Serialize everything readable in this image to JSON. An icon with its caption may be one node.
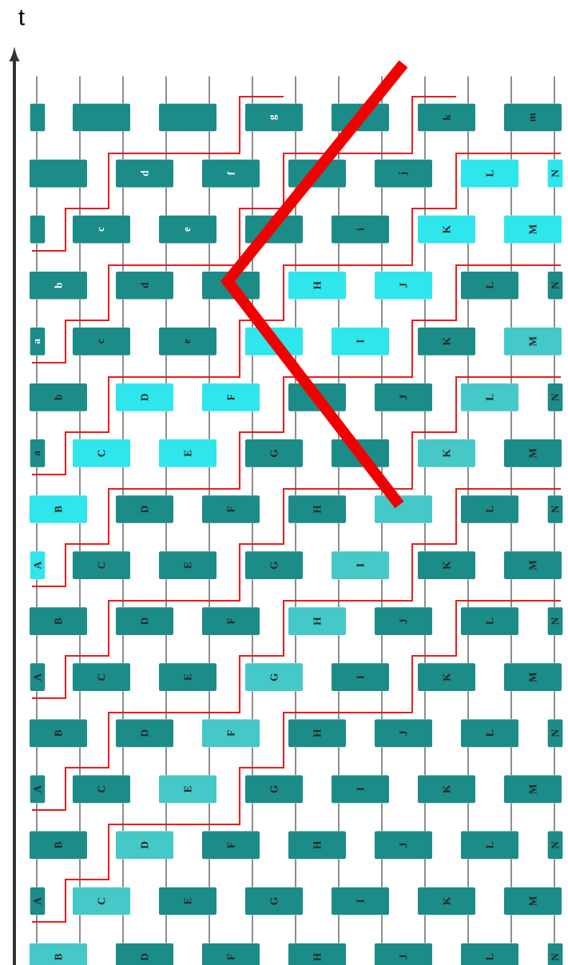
{
  "diagram": {
    "nodes": [
      {
        "text": [],
        "shape": "box"
      },
      {
        "text": [],
        "shape": "box"
      },
      {
        "text": [],
        "shape": "box"
      },
      {
        "text": [
          "g"
        ]
      },
      {
        "text": [],
        "shape": "box"
      },
      {
        "text": [
          "k"
        ]
      },
      {
        "text": [
          "m"
        ]
      },
      {
        "text": [],
        "shape": "box"
      },
      {
        "text": [
          "d"
        ]
      },
      {
        "text": [
          "f"
        ]
      },
      {
        "text": [],
        "shape": "box"
      },
      {
        "text": [
          "j"
        ]
      },
      {
        "text": [
          "L"
        ]
      },
      {
        "text": [
          "N"
        ]
      },
      {
        "text": [],
        "shape": "box"
      },
      {
        "text": [
          "c"
        ]
      },
      {
        "text": [
          "e"
        ]
      },
      {
        "text": [],
        "shape": "box"
      },
      {
        "text": [
          "i"
        ]
      },
      {
        "text": [
          "K"
        ]
      },
      {
        "text": [
          "M"
        ]
      },
      {
        "text": [
          "b"
        ]
      },
      {
        "text": [
          "d"
        ]
      },
      {
        "text": [],
        "shape": "box"
      },
      {
        "text": [
          "H"
        ]
      },
      {
        "text": [
          "J"
        ]
      },
      {
        "text": [
          "L"
        ]
      },
      {
        "text": [
          "N"
        ]
      },
      {
        "text": [
          "a"
        ]
      },
      {
        "text": [
          "c"
        ]
      },
      {
        "text": [
          "e"
        ]
      },
      {
        "text": [],
        "shape": "box"
      },
      {
        "text": [
          "I"
        ]
      },
      {
        "text": [
          "K"
        ]
      },
      {
        "text": [
          "M"
        ]
      },
      {
        "text": [
          "b"
        ]
      },
      {
        "text": [
          "D"
        ]
      },
      {
        "text": [
          "F"
        ]
      },
      {
        "text": [],
        "shape": "box"
      },
      {
        "text": [
          "J"
        ]
      },
      {
        "text": [
          "L"
        ]
      },
      {
        "text": [
          "N"
        ]
      },
      {
        "text": [
          "a"
        ]
      },
      {
        "text": [
          "C"
        ]
      },
      {
        "text": [
          "E"
        ]
      },
      {
        "text": [
          "G"
        ]
      },
      {
        "text": [],
        "shape": "box"
      },
      {
        "text": [
          "K"
        ]
      },
      {
        "text": [
          "M"
        ]
      },
      {
        "text": [
          "B"
        ]
      },
      {
        "text": [
          "D"
        ]
      },
      {
        "text": [
          "F"
        ]
      },
      {
        "text": [
          "H"
        ]
      },
      {
        "text": [],
        "shape": "box"
      },
      {
        "text": [
          "L"
        ]
      },
      {
        "text": [
          "N"
        ]
      },
      {
        "text": [
          "A"
        ]
      },
      {
        "text": [
          "C"
        ]
      },
      {
        "text": [
          "E"
        ]
      },
      {
        "text": [
          "G"
        ]
      },
      {
        "text": [
          "I"
        ]
      },
      {
        "text": [
          "K"
        ]
      },
      {
        "text": [
          "M"
        ]
      },
      {
        "text": [
          "B"
        ]
      },
      {
        "text": [
          "D"
        ]
      },
      {
        "text": [
          "F"
        ]
      },
      {
        "text": [
          "H"
        ]
      },
      {
        "text": [
          "J"
        ]
      },
      {
        "text": [
          "L"
        ]
      },
      {
        "text": [
          "N"
        ]
      },
      {
        "text": [
          "A"
        ]
      },
      {
        "text": [
          "C"
        ]
      },
      {
        "text": [
          "E"
        ]
      },
      {
        "text": [
          "G"
        ]
      },
      {
        "text": [
          "I"
        ]
      },
      {
        "text": [
          "K"
        ]
      },
      {
        "text": [
          "M"
        ]
      },
      {
        "text": [
          "B"
        ]
      },
      {
        "text": [
          "D"
        ]
      },
      {
        "text": [
          "F"
        ]
      },
      {
        "text": [
          "H"
        ]
      },
      {
        "text": [
          "J"
        ]
      },
      {
        "text": [
          "L"
        ]
      },
      {
        "text": [
          "N"
        ]
      },
      {
        "text": [
          "A"
        ]
      },
      {
        "text": [
          "C"
        ]
      },
      {
        "text": [
          "E"
        ]
      },
      {
        "text": [
          "G"
        ]
      },
      {
        "text": [
          "I"
        ]
      },
      {
        "text": [
          "K"
        ]
      },
      {
        "text": [
          "M"
        ]
      },
      {
        "text": [
          "B"
        ]
      },
      {
        "text": [
          "D"
        ]
      },
      {
        "text": [
          "F"
        ]
      },
      {
        "text": [
          "H"
        ]
      },
      {
        "text": [
          "J"
        ]
      },
      {
        "text": [
          "L"
        ]
      },
      {
        "text": [
          "N"
        ]
      },
      {
        "text": [
          "A"
        ]
      },
      {
        "text": [
          "C"
        ]
      },
      {
        "text": [
          "E"
        ]
      },
      {
        "text": [
          "G"
        ]
      },
      {
        "text": [
          "I"
        ]
      },
      {
        "text": [
          "K"
        ]
      },
      {
        "text": [
          "M"
        ]
      },
      {
        "text": [
          "B"
        ]
      },
      {
        "text": [
          "D"
        ]
      },
      {
        "text": [
          "F"
        ]
      },
      {
        "text": [
          "H"
        ]
      },
      {
        "text": [
          "J"
        ]
      },
      {
        "text": [
          "L"
        ]
      },
      {
        "text": [
          "N"
        ]
      }
    ],
    "edges": [
      {
        "from": 0,
        "to": 7,
        "arrow": "none"
      },
      {
        "from": 1,
        "to": 7,
        "arrow": "none"
      },
      {
        "from": 1,
        "to": 8,
        "arrow": "none"
      },
      {
        "from": 2,
        "to": 8,
        "arrow": "none"
      },
      {
        "from": 2,
        "to": 9,
        "arrow": "none"
      },
      {
        "from": 3,
        "to": 9,
        "arrow": "none"
      },
      {
        "from": 3,
        "to": 10,
        "arrow": "none"
      },
      {
        "from": 4,
        "to": 10,
        "arrow": "none"
      },
      {
        "from": 4,
        "to": 11,
        "arrow": "none"
      },
      {
        "from": 5,
        "to": 11,
        "arrow": "none"
      },
      {
        "from": 5,
        "to": 12,
        "arrow": "none"
      },
      {
        "from": 6,
        "to": 12,
        "arrow": "none"
      },
      {
        "from": 6,
        "to": 13,
        "arrow": "none"
      },
      {
        "from": 7,
        "to": 14,
        "arrow": "none"
      },
      {
        "from": 7,
        "to": 15,
        "arrow": "none"
      },
      {
        "from": 8,
        "to": 15,
        "arrow": "none"
      },
      {
        "from": 8,
        "to": 16,
        "arrow": "none"
      },
      {
        "from": 9,
        "to": 16,
        "arrow": "none"
      },
      {
        "from": 9,
        "to": 17,
        "arrow": "none"
      },
      {
        "from": 10,
        "to": 17,
        "arrow": "none"
      },
      {
        "from": 10,
        "to": 18,
        "arrow": "none"
      },
      {
        "from": 11,
        "to": 18,
        "arrow": "none"
      },
      {
        "from": 11,
        "to": 19,
        "arrow": "none"
      },
      {
        "from": 12,
        "to": 19,
        "arrow": "none"
      },
      {
        "from": 12,
        "to": 20,
        "arrow": "none"
      },
      {
        "from": 13,
        "to": 20,
        "arrow": "none"
      },
      {
        "from": 14,
        "to": 21,
        "arrow": "none"
      },
      {
        "from": 15,
        "to": 21,
        "arrow": "none"
      },
      {
        "from": 15,
        "to": 22,
        "arrow": "none"
      },
      {
        "from": 16,
        "to": 22,
        "arrow": "none"
      },
      {
        "from": 16,
        "to": 23,
        "arrow": "none"
      },
      {
        "from": 17,
        "to": 23,
        "arrow": "none"
      },
      {
        "from": 17,
        "to": 24,
        "arrow": "none"
      },
      {
        "from": 18,
        "to": 24,
        "arrow": "none"
      },
      {
        "from": 18,
        "to": 25,
        "arrow": "none"
      },
      {
        "from": 19,
        "to": 25,
        "arrow": "none"
      },
      {
        "from": 19,
        "to": 26,
        "arrow": "none"
      },
      {
        "from": 20,
        "to": 26,
        "arrow": "none"
      },
      {
        "from": 20,
        "to": 27,
        "arrow": "none"
      },
      {
        "from": 21,
        "to": 28,
        "arrow": "none"
      },
      {
        "from": 21,
        "to": 29,
        "arrow": "none"
      },
      {
        "from": 22,
        "to": 29,
        "arrow": "none"
      },
      {
        "from": 22,
        "to": 30,
        "arrow": "none"
      },
      {
        "from": 23,
        "to": 30,
        "arrow": "none"
      },
      {
        "from": 23,
        "to": 31,
        "arrow": "none"
      },
      {
        "from": 24,
        "to": 31,
        "arrow": "none"
      },
      {
        "from": 24,
        "to": 32,
        "arrow": "none"
      },
      {
        "from": 25,
        "to": 32,
        "arrow": "none"
      },
      {
        "from": 25,
        "to": 33,
        "arrow": "none"
      },
      {
        "from": 26,
        "to": 33,
        "arrow": "none"
      },
      {
        "from": 26,
        "to": 34,
        "arrow": "none"
      },
      {
        "from": 27,
        "to": 34,
        "arrow": "none"
      },
      {
        "from": 28,
        "to": 35,
        "arrow": "none"
      },
      {
        "from": 29,
        "to": 35,
        "arrow": "none"
      },
      {
        "from": 29,
        "to": 36,
        "arrow": "none"
      },
      {
        "from": 30,
        "to": 36,
        "arrow": "none"
      },
      {
        "from": 30,
        "to": 37,
        "arrow": "none"
      },
      {
        "from": 31,
        "to": 37,
        "arrow": "none"
      },
      {
        "from": 31,
        "to": 38,
        "arrow": "none"
      },
      {
        "from": 32,
        "to": 38,
        "arrow": "none"
      },
      {
        "from": 32,
        "to": 39,
        "arrow": "none"
      },
      {
        "from": 33,
        "to": 39,
        "arrow": "none"
      },
      {
        "from": 33,
        "to": 40,
        "arrow": "none"
      },
      {
        "from": 34,
        "to": 40,
        "arrow": "none"
      },
      {
        "from": 34,
        "to": 41,
        "arrow": "none"
      },
      {
        "from": 35,
        "to": 42,
        "arrow": "none"
      },
      {
        "from": 35,
        "to": 43,
        "arrow": "none"
      },
      {
        "from": 36,
        "to": 43,
        "arrow": "none"
      },
      {
        "from": 36,
        "to": 44,
        "arrow": "none"
      },
      {
        "from": 37,
        "to": 44,
        "arrow": "none"
      },
      {
        "from": 37,
        "to": 45,
        "arrow": "none"
      },
      {
        "from": 38,
        "to": 45,
        "arrow": "none"
      },
      {
        "from": 38,
        "to": 46,
        "arrow": "none"
      },
      {
        "from": 39,
        "to": 46,
        "arrow": "none"
      },
      {
        "from": 39,
        "to": 47,
        "arrow": "none"
      },
      {
        "from": 40,
        "to": 47,
        "arrow": "none"
      },
      {
        "from": 40,
        "to": 48,
        "arrow": "none"
      },
      {
        "from": 41,
        "to": 48,
        "arrow": "none"
      },
      {
        "from": 42,
        "to": 49,
        "arrow": "none"
      },
      {
        "from": 43,
        "to": 49,
        "arrow": "none"
      },
      {
        "from": 43,
        "to": 50,
        "arrow": "none"
      },
      {
        "from": 44,
        "to": 50,
        "arrow": "none"
      },
      {
        "from": 44,
        "to": 51,
        "arrow": "none"
      },
      {
        "from": 45,
        "to": 51,
        "arrow": "none"
      },
      {
        "from": 45,
        "to": 52,
        "arrow": "none"
      },
      {
        "from": 46,
        "to": 52,
        "arrow": "none"
      },
      {
        "from": 46,
        "to": 53,
        "arrow": "none"
      },
      {
        "from": 47,
        "to": 53,
        "arrow": "none"
      },
      {
        "from": 47,
        "to": 54,
        "arrow": "none"
      },
      {
        "from": 48,
        "to": 54,
        "arrow": "none"
      },
      {
        "from": 48,
        "to": 55,
        "arrow": "none"
      },
      {
        "from": 49,
        "to": 56,
        "arrow": "none"
      },
      {
        "from": 49,
        "to": 57,
        "arrow": "none"
      },
      {
        "from": 50,
        "to": 57,
        "arrow": "none"
      },
      {
        "from": 50,
        "to": 58,
        "arrow": "none"
      },
      {
        "from": 51,
        "to": 58,
        "arrow": "none"
      },
      {
        "from": 51,
        "to": 59,
        "arrow": "none"
      },
      {
        "from": 52,
        "to": 59,
        "arrow": "none"
      },
      {
        "from": 52,
        "to": 60,
        "arrow": "none"
      },
      {
        "from": 53,
        "to": 60,
        "arrow": "none"
      },
      {
        "from": 53,
        "to": 61,
        "arrow": "none"
      },
      {
        "from": 54,
        "to": 61,
        "arrow": "none"
      },
      {
        "from": 54,
        "to": 62,
        "arrow": "none"
      },
      {
        "from": 55,
        "to": 62,
        "arrow": "none"
      },
      {
        "from": 56,
        "to": 63,
        "arrow": "none"
      },
      {
        "from": 57,
        "to": 63,
        "arrow": "none"
      },
      {
        "from": 57,
        "to": 64,
        "arrow": "none"
      },
      {
        "from": 58,
        "to": 64,
        "arrow": "none"
      },
      {
        "from": 58,
        "to": 65,
        "arrow": "none"
      },
      {
        "from": 59,
        "to": 65,
        "arrow": "none"
      },
      {
        "from": 59,
        "to": 66,
        "arrow": "none"
      },
      {
        "from": 60,
        "to": 66,
        "arrow": "none"
      },
      {
        "from": 60,
        "to": 67,
        "arrow": "none"
      },
      {
        "from": 61,
        "to": 67,
        "arrow": "none"
      },
      {
        "from": 61,
        "to": 68,
        "arrow": "none"
      },
      {
        "from": 62,
        "to": 68,
        "arrow": "none"
      },
      {
        "from": 62,
        "to": 69,
        "arrow": "none"
      },
      {
        "from": 63,
        "to": 70,
        "arrow": "none"
      },
      {
        "from": 63,
        "to": 71,
        "arrow": "none"
      },
      {
        "from": 64,
        "to": 71,
        "arrow": "none"
      },
      {
        "from": 64,
        "to": 72,
        "arrow": "none"
      },
      {
        "from": 65,
        "to": 72,
        "arrow": "none"
      },
      {
        "from": 65,
        "to": 73,
        "arrow": "none"
      },
      {
        "from": 66,
        "to": 73,
        "arrow": "none"
      },
      {
        "from": 66,
        "to": 74,
        "arrow": "none"
      },
      {
        "from": 67,
        "to": 74,
        "arrow": "none"
      },
      {
        "from": 67,
        "to": 75,
        "arrow": "none"
      },
      {
        "from": 68,
        "to": 75,
        "arrow": "none"
      },
      {
        "from": 68,
        "to": 76,
        "arrow": "none"
      },
      {
        "from": 69,
        "to": 76,
        "arrow": "none"
      },
      {
        "from": 70,
        "to": 77,
        "arrow": "none"
      },
      {
        "from": 71,
        "to": 77,
        "arrow": "none"
      },
      {
        "from": 71,
        "to": 78,
        "arrow": "none"
      },
      {
        "from": 72,
        "to": 78,
        "arrow": "none"
      },
      {
        "from": 72,
        "to": 79,
        "arrow": "none"
      },
      {
        "from": 73,
        "to": 79,
        "arrow": "none"
      },
      {
        "from": 73,
        "to": 80,
        "arrow": "none"
      },
      {
        "from": 74,
        "to": 80,
        "arrow": "none"
      },
      {
        "from": 74,
        "to": 81,
        "arrow": "none"
      },
      {
        "from": 75,
        "to": 81,
        "arrow": "none"
      },
      {
        "from": 75,
        "to": 82,
        "arrow": "none"
      },
      {
        "from": 76,
        "to": 82,
        "arrow": "none"
      },
      {
        "from": 76,
        "to": 83,
        "arrow": "none"
      },
      {
        "from": 77,
        "to": 84,
        "arrow": "none"
      },
      {
        "from": 77,
        "to": 85,
        "arrow": "none"
      },
      {
        "from": 78,
        "to": 85,
        "arrow": "none"
      },
      {
        "from": 78,
        "to": 86,
        "arrow": "none"
      },
      {
        "from": 79,
        "to": 86,
        "arrow": "none"
      },
      {
        "from": 79,
        "to": 87,
        "arrow": "none"
      },
      {
        "from": 80,
        "to": 87,
        "arrow": "none"
      },
      {
        "from": 80,
        "to": 88,
        "arrow": "none"
      },
      {
        "from": 81,
        "to": 88,
        "arrow": "none"
      },
      {
        "from": 81,
        "to": 89,
        "arrow": "none"
      },
      {
        "from": 82,
        "to": 89,
        "arrow": "none"
      },
      {
        "from": 82,
        "to": 90,
        "arrow": "none"
      },
      {
        "from": 83,
        "to": 90,
        "arrow": "none"
      },
      {
        "from": 84,
        "to": 91,
        "arrow": "none"
      },
      {
        "from": 85,
        "to": 91,
        "arrow": "none"
      },
      {
        "from": 85,
        "to": 92,
        "arrow": "none"
      },
      {
        "from": 86,
        "to": 92,
        "arrow": "none"
      },
      {
        "from": 86,
        "to": 93,
        "arrow": "none"
      },
      {
        "from": 87,
        "to": 93,
        "arrow": "none"
      },
      {
        "from": 87,
        "to": 94,
        "arrow": "none"
      },
      {
        "from": 88,
        "to": 94,
        "arrow": "none"
      },
      {
        "from": 88,
        "to": 95,
        "arrow": "none"
      },
      {
        "from": 89,
        "to": 95,
        "arrow": "none"
      },
      {
        "from": 89,
        "to": 96,
        "arrow": "none"
      },
      {
        "from": 90,
        "to": 96,
        "arrow": "none"
      },
      {
        "from": 90,
        "to": 97,
        "arrow": "none"
      },
      {
        "from": 91,
        "to": 98,
        "arrow": "none"
      },
      {
        "from": 91,
        "to": 99,
        "arrow": "none"
      },
      {
        "from": 92,
        "to": 99,
        "arrow": "none"
      },
      {
        "from": 92,
        "to": 100,
        "arrow": "none"
      },
      {
        "from": 93,
        "to": 100,
        "arrow": "none"
      },
      {
        "from": 93,
        "to": 101,
        "arrow": "none"
      },
      {
        "from": 94,
        "to": 101,
        "arrow": "none"
      },
      {
        "from": 94,
        "to": 102,
        "arrow": "none"
      },
      {
        "from": 95,
        "to": 102,
        "arrow": "none"
      },
      {
        "from": 95,
        "to": 103,
        "arrow": "none"
      },
      {
        "from": 96,
        "to": 103,
        "arrow": "none"
      },
      {
        "from": 96,
        "to": 104,
        "arrow": "none"
      },
      {
        "from": 97,
        "to": 104,
        "arrow": "none"
      },
      {
        "from": 98,
        "to": 105,
        "arrow": "none"
      },
      {
        "from": 99,
        "to": 105,
        "arrow": "none"
      },
      {
        "from": 99,
        "to": 106,
        "arrow": "none"
      },
      {
        "from": 100,
        "to": 106,
        "arrow": "none"
      },
      {
        "from": 100,
        "to": 107,
        "arrow": "none"
      },
      {
        "from": 101,
        "to": 107,
        "arrow": "none"
      },
      {
        "from": 101,
        "to": 108,
        "arrow": "none"
      },
      {
        "from": 102,
        "to": 108,
        "arrow": "none"
      },
      {
        "from": 102,
        "to": 109,
        "arrow": "none"
      },
      {
        "from": 103,
        "to": 109,
        "arrow": "none"
      },
      {
        "from": 103,
        "to": 110,
        "arrow": "none"
      },
      {
        "from": 104,
        "to": 110,
        "arrow": "none"
      },
      {
        "from": 104,
        "to": 111,
        "arrow": "none"
      },
      {
        "from": 0,
        "to": null,
        "arrow": "none"
      },
      {
        "from": 1,
        "to": null,
        "arrow": "none"
      },
      {
        "from": 1,
        "to": null,
        "arrow": "none"
      },
      {
        "from": 2,
        "to": null,
        "arrow": "none"
      },
      {
        "from": 2,
        "to": null,
        "arrow": "none"
      },
      {
        "from": 3,
        "to": null,
        "arrow": "none"
      },
      {
        "from": 3,
        "to": null,
        "arrow": "none"
      },
      {
        "from": 4,
        "to": null,
        "arrow": "none"
      },
      {
        "from": 4,
        "to": null,
        "arrow": "none"
      },
      {
        "from": 5,
        "to": null,
        "arrow": "none"
      },
      {
        "from": 5,
        "to": null,
        "arrow": "none"
      },
      {
        "from": 6,
        "to": null,
        "arrow": "none"
      },
      {
        "from": 6,
        "to": null,
        "arrow": "none"
      }
    ],
    "labels": [
      "t"
    ]
  }
}
